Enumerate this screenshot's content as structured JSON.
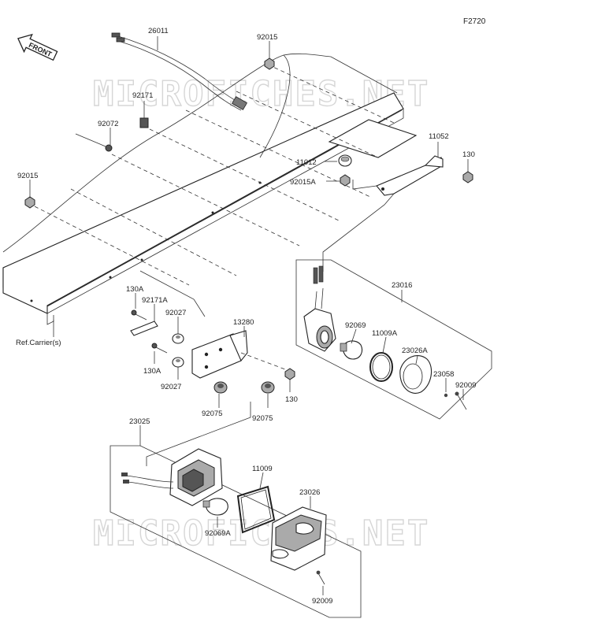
{
  "figure_code": "F2720",
  "watermark": "MICROFICHES.NET",
  "front_label": "FRONT",
  "ref_label": "Ref.Carrier(s)",
  "parts": {
    "p26011": "26011",
    "p92015_top": "92015",
    "p92171": "92171",
    "p92072": "92072",
    "p92015_left": "92015",
    "p11012": "11012",
    "p92015A": "92015A",
    "p11052": "11052",
    "p130_right": "130",
    "p23016": "23016",
    "p92069": "92069",
    "p11009A": "11009A",
    "p23026A": "23026A",
    "p23058": "23058",
    "p92009_right": "92009",
    "p130A_top": "130A",
    "p92171A": "92171A",
    "p92027_top": "92027",
    "p13280": "13280",
    "p130A_bottom": "130A",
    "p92027_bottom": "92027",
    "p92075_left": "92075",
    "p92075_right": "92075",
    "p130_mid": "130",
    "p23025": "23025",
    "p11009": "11009",
    "p23026": "23026",
    "p92069A": "92069A",
    "p92009_bottom": "92009"
  }
}
